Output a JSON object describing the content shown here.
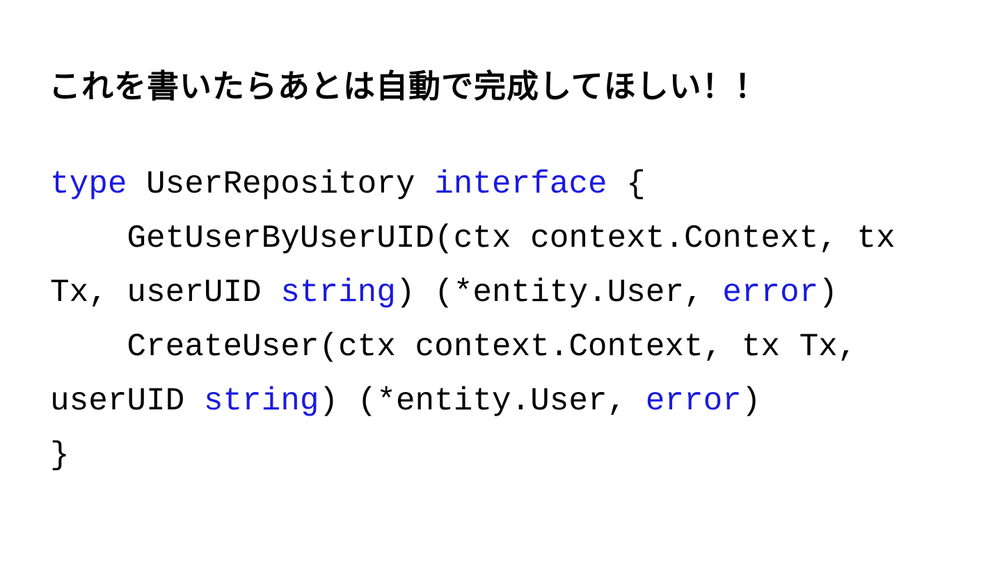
{
  "slide": {
    "title": "これを書いたらあとは自動で完成してほしい！！"
  },
  "code": {
    "language": "go",
    "colors": {
      "keyword": "#1a1ae0",
      "plain": "#000000"
    },
    "lines": [
      {
        "segments": [
          {
            "text": "type",
            "keyword": true
          },
          {
            "text": " UserRepository ",
            "keyword": false
          },
          {
            "text": "interface",
            "keyword": true
          },
          {
            "text": " {",
            "keyword": false
          }
        ]
      },
      {
        "segments": [
          {
            "text": "    GetUserByUserUID(ctx context.Context, tx",
            "keyword": false
          }
        ]
      },
      {
        "segments": [
          {
            "text": "Tx, userUID ",
            "keyword": false
          },
          {
            "text": "string",
            "keyword": true
          },
          {
            "text": ") (*entity.User, ",
            "keyword": false
          },
          {
            "text": "error",
            "keyword": true
          },
          {
            "text": ")",
            "keyword": false
          }
        ]
      },
      {
        "segments": [
          {
            "text": "    CreateUser(ctx context.Context, tx Tx,",
            "keyword": false
          }
        ]
      },
      {
        "segments": [
          {
            "text": "userUID ",
            "keyword": false
          },
          {
            "text": "string",
            "keyword": true
          },
          {
            "text": ") (*entity.User, ",
            "keyword": false
          },
          {
            "text": "error",
            "keyword": true
          },
          {
            "text": ")",
            "keyword": false
          }
        ]
      },
      {
        "segments": [
          {
            "text": "}",
            "keyword": false
          }
        ]
      }
    ]
  }
}
